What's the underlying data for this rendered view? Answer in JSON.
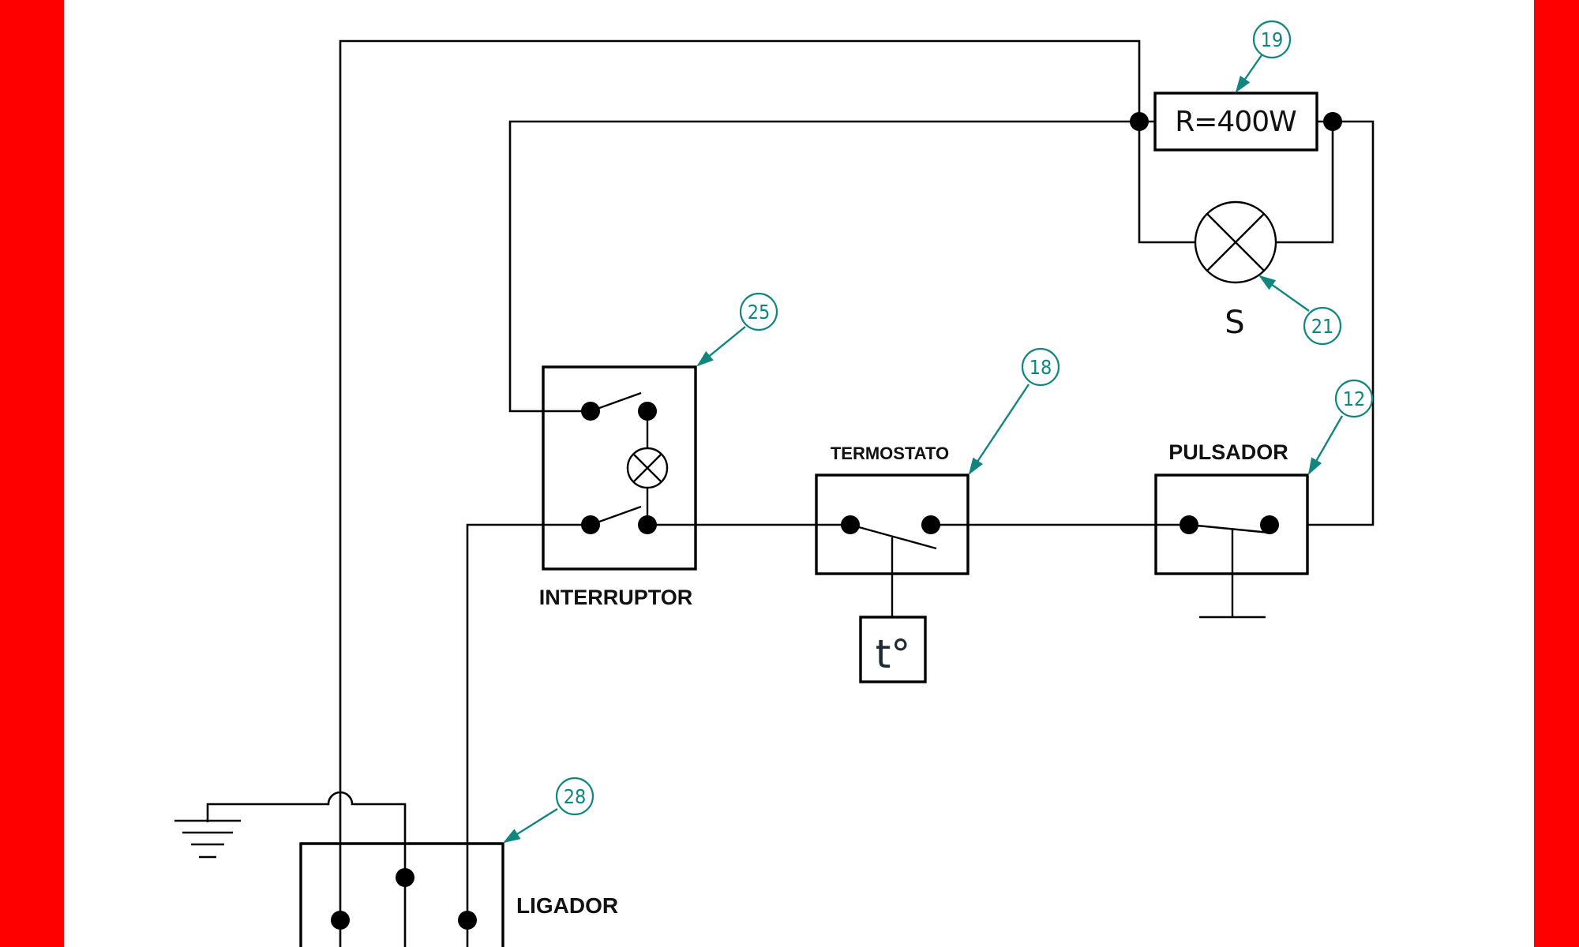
{
  "sheet": {
    "border_color": "#ff0000",
    "line_color": "#000000",
    "balloon_color": "#12857f"
  },
  "components": {
    "resistor": {
      "label": "R=400W",
      "balloon": "19"
    },
    "lamp": {
      "label": "S",
      "balloon": "21"
    },
    "interruptor": {
      "label": "INTERRUPTOR",
      "balloon": "25"
    },
    "termostato": {
      "label": "TERMOSTATO",
      "balloon": "18",
      "sensor_label": "t°"
    },
    "pulsador": {
      "label": "PULSADOR",
      "balloon": "12"
    },
    "ligador": {
      "label": "LIGADOR",
      "balloon": "28"
    }
  }
}
